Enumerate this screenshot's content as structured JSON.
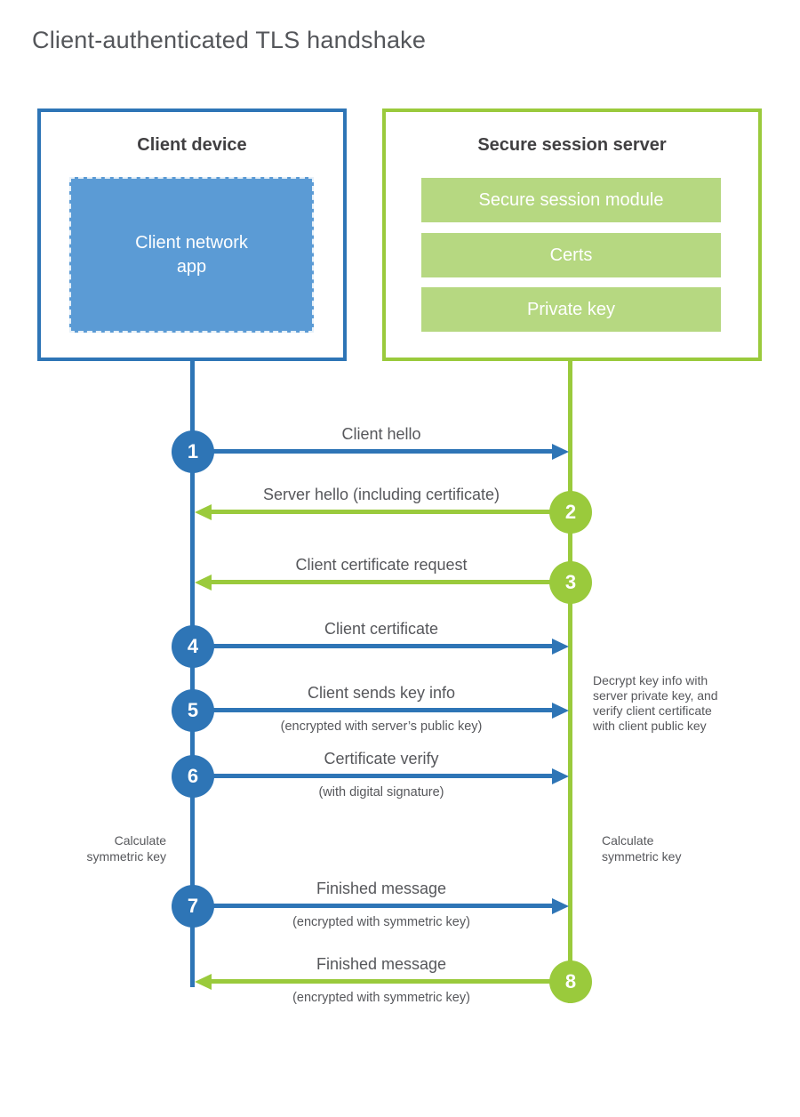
{
  "title": "Client-authenticated TLS handshake",
  "colors": {
    "client_accent": "#2E75B6",
    "client_fill": "#5B9BD5",
    "server_accent": "#9ACA3C",
    "server_fill": "#B6D881",
    "heading_text": "#414042",
    "body_text": "#56575B"
  },
  "client": {
    "title": "Client device",
    "app_lines": [
      "Client network",
      "app"
    ]
  },
  "server": {
    "title": "Secure session server",
    "modules": [
      "Secure session module",
      "Certs",
      "Private key"
    ]
  },
  "messages": [
    {
      "step": "1",
      "from": "client",
      "label": "Client hello"
    },
    {
      "step": "2",
      "from": "server",
      "label": "Server hello (including certificate)"
    },
    {
      "step": "3",
      "from": "server",
      "label": "Client certificate request"
    },
    {
      "step": "4",
      "from": "client",
      "label": "Client certificate"
    },
    {
      "step": "5",
      "from": "client",
      "label": "Client sends key info",
      "sublabel": "(encrypted with server’s public key)"
    },
    {
      "step": "6",
      "from": "client",
      "label": "Certificate verify",
      "sublabel": "(with digital signature)"
    },
    {
      "step": "7",
      "from": "client",
      "label": "Finished message",
      "sublabel": "(encrypted with symmetric key)"
    },
    {
      "step": "8",
      "from": "server",
      "label": "Finished message",
      "sublabel": "(encrypted with symmetric key)"
    }
  ],
  "notes": {
    "decrypt_lines": [
      "Decrypt key info with",
      "server private key, and",
      "verify client certificate",
      "with client public key"
    ],
    "calc_left_lines": [
      "Calculate",
      "symmetric key"
    ],
    "calc_right_lines": [
      "Calculate",
      "symmetric key"
    ]
  }
}
